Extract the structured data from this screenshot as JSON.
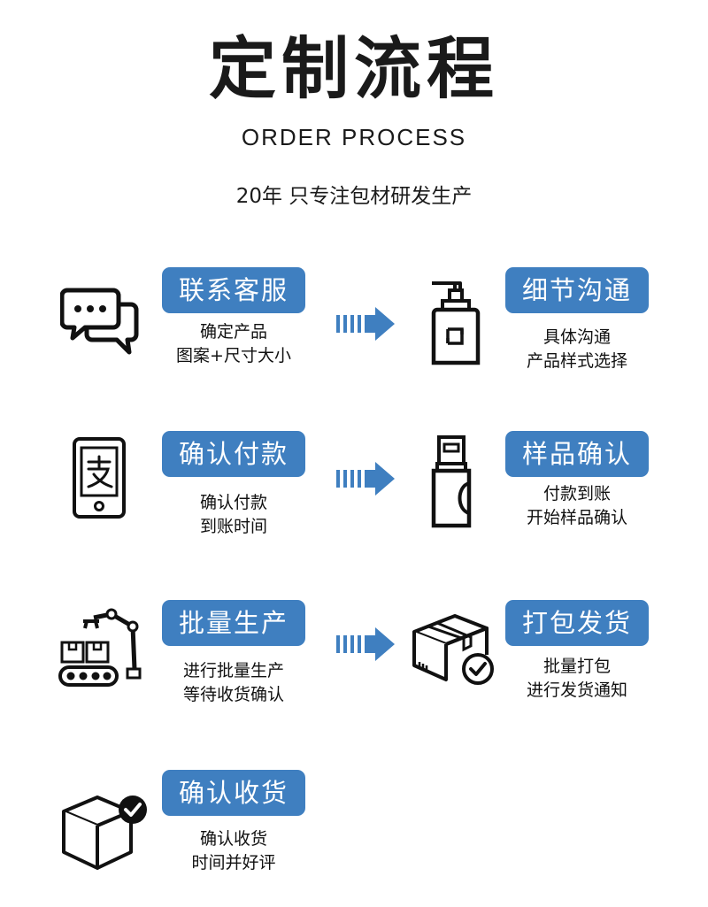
{
  "header": {
    "title": "定制流程",
    "subtitle": "ORDER PROCESS",
    "tagline": "20年 只专注包材研发生产"
  },
  "accent_color": "#3f7fc0",
  "steps": [
    {
      "label": "联系客服",
      "line1": "确定产品",
      "line2": "图案+尺寸大小",
      "icon": "chat-bubbles-icon"
    },
    {
      "label": "细节沟通",
      "line1": "具体沟通",
      "line2": "产品样式选择",
      "icon": "pump-bottle-icon"
    },
    {
      "label": "确认付款",
      "line1": "确认付款",
      "line2": "到账时间",
      "icon": "phone-pay-icon"
    },
    {
      "label": "样品确认",
      "line1": "付款到账",
      "line2": "开始样品确认",
      "icon": "spray-bottle-icon"
    },
    {
      "label": "批量生产",
      "line1": "进行批量生产",
      "line2": "等待收货确认",
      "icon": "factory-robot-icon"
    },
    {
      "label": "打包发货",
      "line1": "批量打包",
      "line2": "进行发货通知",
      "icon": "package-check-icon"
    },
    {
      "label": "确认收货",
      "line1": "确认收货",
      "line2": "时间并好评",
      "icon": "box-check-icon"
    }
  ]
}
